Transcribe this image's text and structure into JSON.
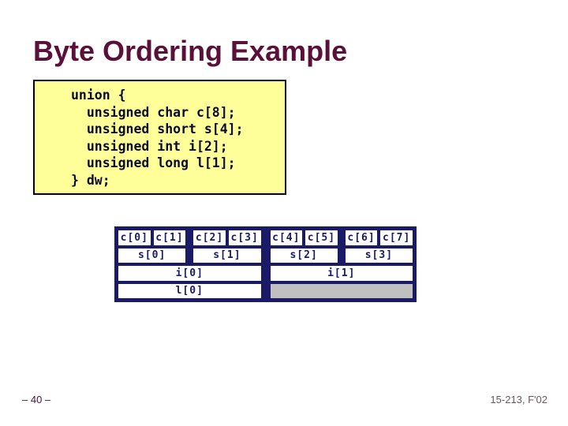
{
  "slide": {
    "title": "Byte Ordering Example",
    "code": "union {\n  unsigned char c[8];\n  unsigned short s[4];\n  unsigned int i[2];\n  unsigned long l[1];\n} dw;",
    "footer": {
      "page": "– 40 –",
      "course": "15-213, F'02"
    }
  },
  "memory_diagram": {
    "char_cells": [
      "c[0]",
      "c[1]",
      "c[2]",
      "c[3]",
      "c[4]",
      "c[5]",
      "c[6]",
      "c[7]"
    ],
    "short_cells": [
      "s[0]",
      "s[1]",
      "s[2]",
      "s[3]"
    ],
    "int_cells": [
      "i[0]",
      "i[1]"
    ],
    "long_cells": [
      "l[0]"
    ],
    "unused_cell": ""
  },
  "colors": {
    "title_maroon": "#5a1038",
    "code_background_yellow": "#ffff99",
    "code_border_black": "#000000",
    "diagram_navy": "#1a1a66",
    "cell_white": "#ffffff",
    "unused_gray": "#c0c0c0"
  }
}
